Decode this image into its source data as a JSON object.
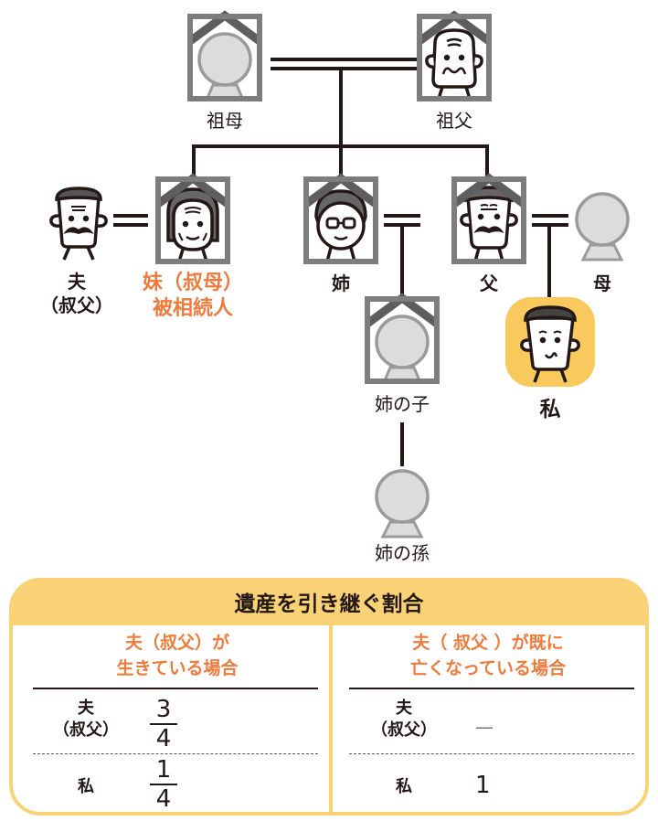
{
  "diagram": {
    "people": {
      "grandmother": {
        "label": "祖母",
        "status": "deceased",
        "icon": "placeholder-person-icon"
      },
      "grandfather": {
        "label": "祖父",
        "status": "deceased",
        "icon": "old-man-icon"
      },
      "husband": {
        "label_line1": "夫",
        "label_line2": "（叔父）",
        "status": "alive",
        "icon": "man-mustache-icon"
      },
      "younger_sister": {
        "label_line1": "妹（叔母）",
        "label_line2": "被相続人",
        "status": "deceased",
        "icon": "old-woman-icon",
        "highlight": true
      },
      "older_sister": {
        "label": "姉",
        "status": "deceased",
        "icon": "woman-glasses-icon"
      },
      "father": {
        "label": "父",
        "status": "deceased",
        "icon": "man-mustache-icon"
      },
      "mother": {
        "label": "母",
        "status": "alive",
        "icon": "placeholder-person-icon"
      },
      "sister_child": {
        "label": "姉の子",
        "status": "deceased",
        "icon": "placeholder-person-icon"
      },
      "sister_grandchild": {
        "label": "姉の孫",
        "status": "alive",
        "icon": "placeholder-person-icon"
      },
      "me": {
        "label": "私",
        "status": "alive",
        "icon": "young-man-icon",
        "highlight": true
      }
    }
  },
  "table": {
    "title": "遺産を引き継ぐ割合",
    "columns": [
      {
        "title_line1": "夫（叔父）が",
        "title_line2": "生きている場合",
        "rows": [
          {
            "label_line1": "夫",
            "label_line2": "（叔父）",
            "numerator": "3",
            "denominator": "4"
          },
          {
            "label": "私",
            "numerator": "1",
            "denominator": "4"
          }
        ]
      },
      {
        "title_line1": "夫（ 叔父 ）が既に",
        "title_line2": "亡くなっている場合",
        "rows": [
          {
            "label_line1": "夫",
            "label_line2": "（叔父）",
            "value": "—"
          },
          {
            "label": "私",
            "value": "1"
          }
        ]
      }
    ]
  },
  "colors": {
    "accent_orange": "#ee7a3c",
    "accent_yellow": "#f9d276",
    "frame_gray": "#7d7d7d",
    "line_dark": "#231815"
  }
}
